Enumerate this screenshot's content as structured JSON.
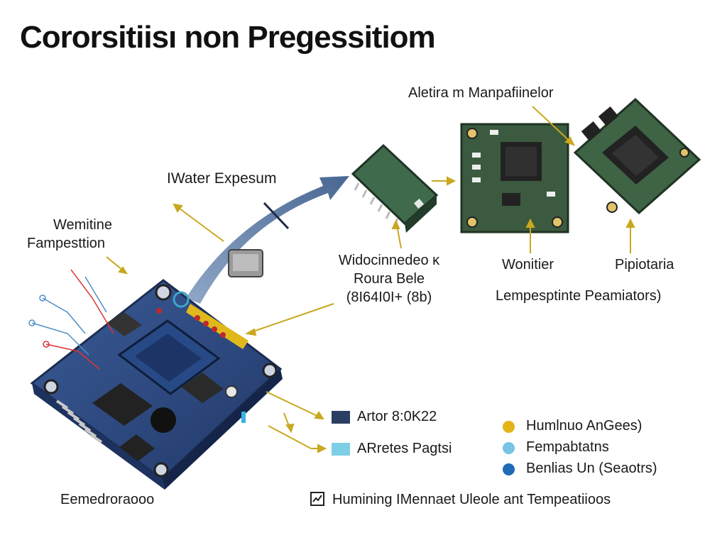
{
  "title": "Cororsitiisı non Pregessitiom",
  "labels": {
    "water_exposure": "IWater Expesum",
    "alt_module": "Aletira m Manpafiinelor",
    "wemitine": "Wemitine",
    "fampesttion": "Fampesttion",
    "module_name_1": "Widocinnedeo ĸ",
    "module_name_2": "Roura Bele",
    "module_name_3": "(8I64I0I+ (8b)",
    "wonitier": "Wonitier",
    "pipiotaria": "Pipiotaria",
    "lempesptinte": "Lempesptinte Peamiators)",
    "eemedrorapoo": "Eemedroraooo"
  },
  "legend": {
    "squares": [
      {
        "color": "#2b3e63",
        "label": "Artor 8:0K22"
      },
      {
        "color": "#7ecfe3",
        "label": "ARretes Pagtsi"
      }
    ],
    "dots": [
      {
        "color": "#e3b416",
        "label": "Humlnuo AnGees)"
      },
      {
        "color": "#78c3e6",
        "label": "Fempabtatns"
      },
      {
        "color": "#1f6bb5",
        "label": "Benlias Un (Seaotrs)"
      }
    ]
  },
  "bottom_caption": "Humining IMennaet Uleole ant Tempeatiioos",
  "icons": [
    "arrow-icon",
    "chart-icon"
  ],
  "colors": {
    "board_blue": "#2f4d86",
    "chip_green": "#3f6b4c",
    "pcb_green": "#3b5a3f",
    "arrow_blue": "#4b6a96",
    "pointer_gold": "#c9a820"
  }
}
